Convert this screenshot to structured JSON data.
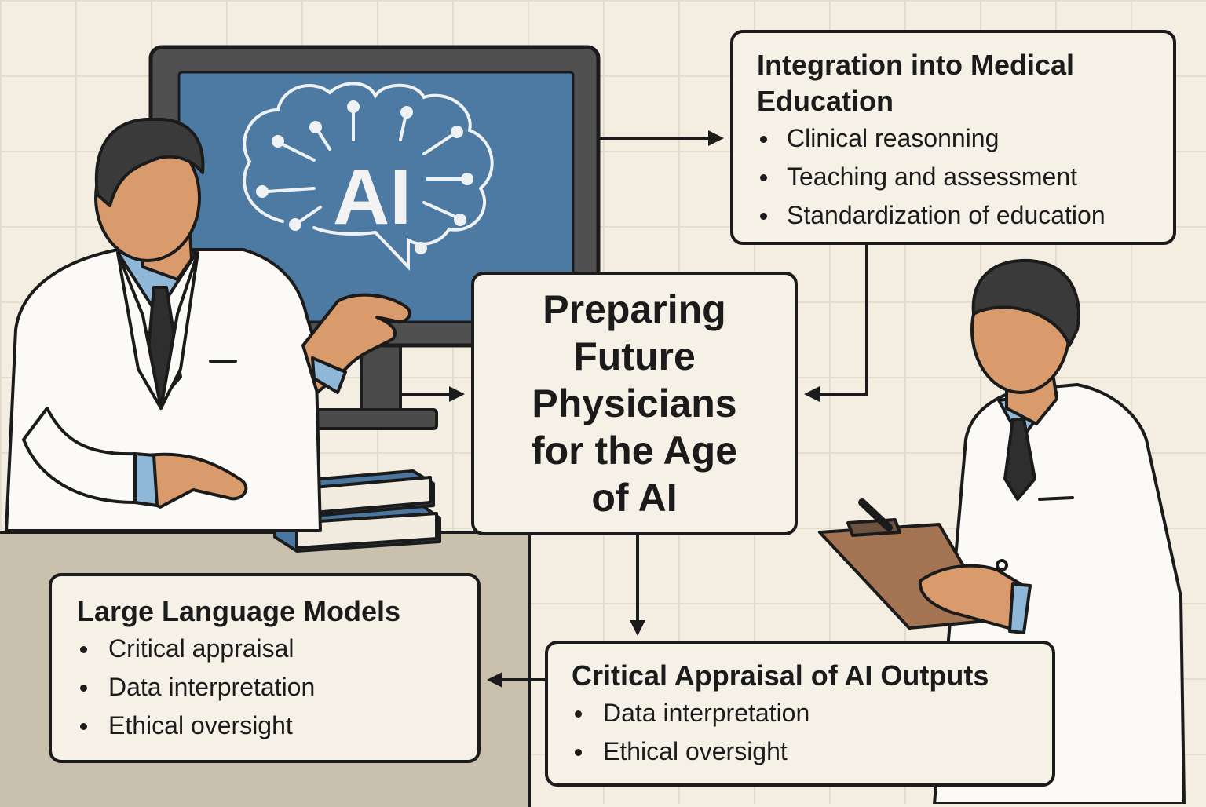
{
  "screen": {
    "icon": "ai-brain-icon",
    "label": "AI"
  },
  "integration": {
    "title": "Integration into Medical Education",
    "items": [
      "Clinical reasonning",
      "Teaching and assessment",
      "Standardization of education"
    ]
  },
  "center": {
    "title": "Preparing Future Physicians for the Age of AI"
  },
  "llm": {
    "title": "Large Language Models",
    "items": [
      "Critical appraisal",
      "Data interpretation",
      "Ethical oversight"
    ]
  },
  "appraisal": {
    "title": "Critical Appraisal of AI Outputs",
    "items": [
      "Data interpretation",
      "Ethical oversight"
    ]
  },
  "colors": {
    "screen_blue": "#4d7aa3",
    "book_blue": "#4a76a0",
    "skin": "#d99a6c",
    "hair": "#3a3a3a",
    "shirt_blue": "#8fb8d8",
    "clipboard": "#a57453",
    "background": "#f3ede2"
  }
}
